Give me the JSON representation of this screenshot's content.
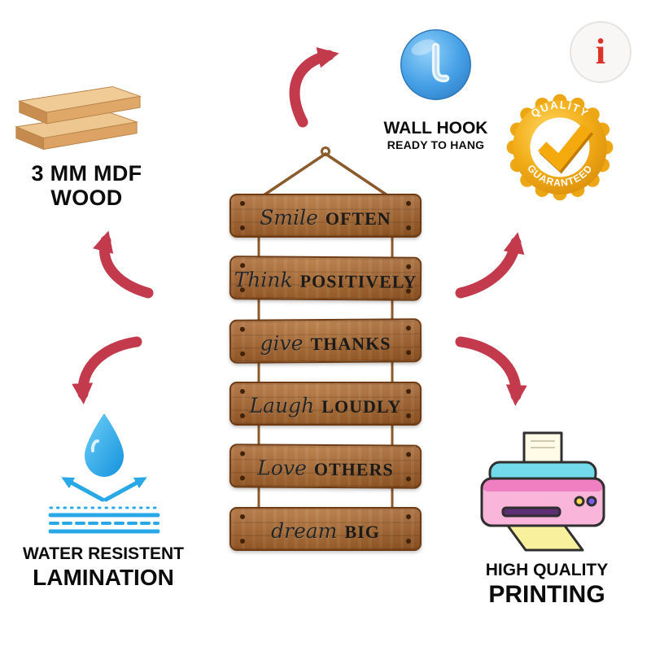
{
  "brand": {
    "logo_letter": "i"
  },
  "colors": {
    "arrow_red": "#c23a4c",
    "wood_brown": "#a6612a",
    "badge_gold": "#f2ac17",
    "hook_blue": "#46a0e6",
    "water_blue": "#29a8e8",
    "printer_pink": "#f9b6da",
    "text_black": "#0c0c0c"
  },
  "features": {
    "mdf": {
      "line1": "3 MM MDF",
      "line2": "WOOD",
      "icon": "wood-boards-icon"
    },
    "hook": {
      "line1": "WALL HOOK",
      "line2": "READY TO HANG",
      "icon": "adhesive-wall-hook-icon"
    },
    "quality": {
      "arc_top": "QUALITY",
      "arc_bottom": "GUARANTEED",
      "icon": "gold-check-badge-icon"
    },
    "lamination": {
      "line1": "WATER RESISTENT",
      "line2": "LAMINATION",
      "icon": "water-droplet-lamination-icon"
    },
    "printing": {
      "line1": "HIGH QUALITY",
      "line2": "PRINTING",
      "icon": "printer-icon"
    }
  },
  "planks": [
    {
      "script": "Smile",
      "caps": "OFTEN"
    },
    {
      "script": "Think",
      "caps": "POSITIVELY"
    },
    {
      "script": "give",
      "caps": "THANKS"
    },
    {
      "script": "Laugh",
      "caps": "LOUDLY"
    },
    {
      "script": "Love",
      "caps": "OTHERS"
    },
    {
      "script": "dream",
      "caps": "BIG"
    }
  ]
}
